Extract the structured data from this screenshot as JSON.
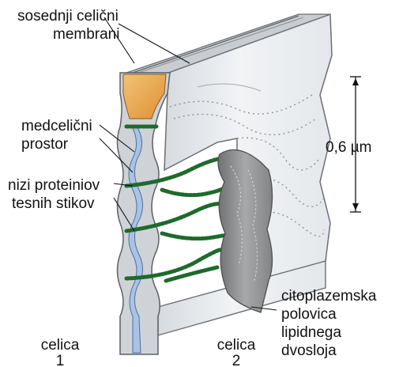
{
  "labels": {
    "adjacent_membranes": [
      "sosednji celični",
      "membrani"
    ],
    "intercellular_space": [
      "medcelični",
      "prostor"
    ],
    "protein_strands": [
      "nizi proteiniov",
      "tesnih stikov"
    ],
    "cytoplasmic_half": [
      "citoplazemska",
      "polovica",
      "lipidnega",
      "dvosloja"
    ],
    "cell_1": [
      "celica",
      "1"
    ],
    "cell_2": [
      "celica",
      "2"
    ],
    "scale": "0,6 µm"
  },
  "colors": {
    "membrane_face": "#eef0f2",
    "membrane_shade": "#c8ccd2",
    "membrane_edge": "#6b6f75",
    "intercellular_space": "#a9c3e6",
    "orange_top": "#e7a23d",
    "protein_strand": "#1f6a2c",
    "lipid_half": "#8e9092"
  },
  "icons": [
    "tight-junction-illustration",
    "scale-arrow"
  ]
}
